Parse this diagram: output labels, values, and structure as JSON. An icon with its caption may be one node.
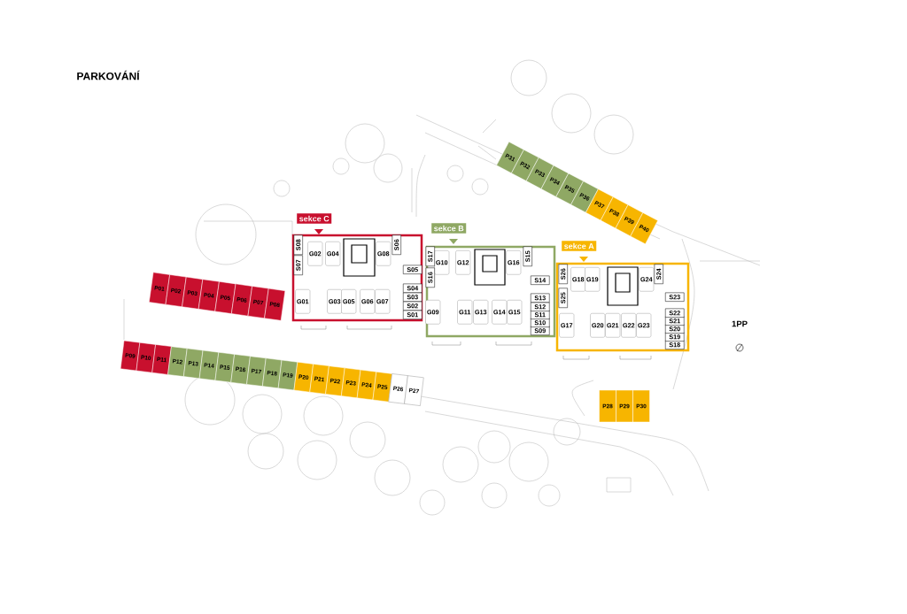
{
  "diagram": {
    "title": "PARKOVÁNÍ",
    "nodes": [
      {
        "text": [
          "sekce C"
        ]
      },
      {
        "text": [
          "G01"
        ],
        "in": 0
      },
      {
        "text": [
          "G02"
        ],
        "in": 0
      },
      {
        "text": [
          "G03"
        ],
        "in": 0
      },
      {
        "text": [
          "G04"
        ],
        "in": 0
      },
      {
        "text": [
          "G05"
        ],
        "in": 0
      },
      {
        "text": [
          "G06"
        ],
        "in": 0
      },
      {
        "text": [
          "G07"
        ],
        "in": 0
      },
      {
        "text": [
          "G08"
        ],
        "in": 0
      },
      {
        "text": [
          "S01"
        ],
        "in": 0
      },
      {
        "text": [
          "S02"
        ],
        "in": 0
      },
      {
        "text": [
          "S03"
        ],
        "in": 0
      },
      {
        "text": [
          "S04"
        ],
        "in": 0
      },
      {
        "text": [
          "S05"
        ],
        "in": 0
      },
      {
        "text": [
          "S06"
        ],
        "in": 0
      },
      {
        "text": [
          "S07"
        ],
        "in": 0
      },
      {
        "text": [
          "S08"
        ],
        "in": 0
      },
      {
        "text": [
          "sekce B"
        ]
      },
      {
        "text": [
          "G09"
        ],
        "in": 17
      },
      {
        "text": [
          "G10"
        ],
        "in": 17
      },
      {
        "text": [
          "G11"
        ],
        "in": 17
      },
      {
        "text": [
          "G12"
        ],
        "in": 17
      },
      {
        "text": [
          "G13"
        ],
        "in": 17
      },
      {
        "text": [
          "G14"
        ],
        "in": 17
      },
      {
        "text": [
          "G15"
        ],
        "in": 17
      },
      {
        "text": [
          "G16"
        ],
        "in": 17
      },
      {
        "text": [
          "S09"
        ],
        "in": 17
      },
      {
        "text": [
          "S10"
        ],
        "in": 17
      },
      {
        "text": [
          "S11"
        ],
        "in": 17
      },
      {
        "text": [
          "S12"
        ],
        "in": 17
      },
      {
        "text": [
          "S13"
        ],
        "in": 17
      },
      {
        "text": [
          "S14"
        ],
        "in": 17
      },
      {
        "text": [
          "S15"
        ],
        "in": 17
      },
      {
        "text": [
          "S16"
        ],
        "in": 17
      },
      {
        "text": [
          "S17"
        ],
        "in": 17
      },
      {
        "text": [
          "sekce A"
        ]
      },
      {
        "text": [
          "G17"
        ],
        "in": 35
      },
      {
        "text": [
          "G18"
        ],
        "in": 35
      },
      {
        "text": [
          "G19"
        ],
        "in": 35
      },
      {
        "text": [
          "G20"
        ],
        "in": 35
      },
      {
        "text": [
          "G21"
        ],
        "in": 35
      },
      {
        "text": [
          "G22"
        ],
        "in": 35
      },
      {
        "text": [
          "G23"
        ],
        "in": 35
      },
      {
        "text": [
          "G24"
        ],
        "in": 35
      },
      {
        "text": [
          "S18"
        ],
        "in": 35
      },
      {
        "text": [
          "S19"
        ],
        "in": 35
      },
      {
        "text": [
          "S20"
        ],
        "in": 35
      },
      {
        "text": [
          "S21"
        ],
        "in": 35
      },
      {
        "text": [
          "S22"
        ],
        "in": 35
      },
      {
        "text": [
          "S23"
        ],
        "in": 35
      },
      {
        "text": [
          "S24"
        ],
        "in": 35
      },
      {
        "text": [
          "S25"
        ],
        "in": 35
      },
      {
        "text": [
          "S26"
        ],
        "in": 35
      },
      {
        "text": [
          "P01"
        ]
      },
      {
        "text": [
          "P02"
        ]
      },
      {
        "text": [
          "P03"
        ]
      },
      {
        "text": [
          "P04"
        ]
      },
      {
        "text": [
          "P05"
        ]
      },
      {
        "text": [
          "P06"
        ]
      },
      {
        "text": [
          "P07"
        ]
      },
      {
        "text": [
          "P08"
        ]
      },
      {
        "text": [
          "P09"
        ]
      },
      {
        "text": [
          "P10"
        ]
      },
      {
        "text": [
          "P11"
        ]
      },
      {
        "text": [
          "P12"
        ]
      },
      {
        "text": [
          "P13"
        ]
      },
      {
        "text": [
          "P14"
        ]
      },
      {
        "text": [
          "P15"
        ]
      },
      {
        "text": [
          "P16"
        ]
      },
      {
        "text": [
          "P17"
        ]
      },
      {
        "text": [
          "P18"
        ]
      },
      {
        "text": [
          "P19"
        ]
      },
      {
        "text": [
          "P20"
        ]
      },
      {
        "text": [
          "P21"
        ]
      },
      {
        "text": [
          "P22"
        ]
      },
      {
        "text": [
          "P23"
        ]
      },
      {
        "text": [
          "P24"
        ]
      },
      {
        "text": [
          "P25"
        ]
      },
      {
        "text": [
          "P26"
        ]
      },
      {
        "text": [
          "P27"
        ]
      },
      {
        "text": [
          "P28"
        ]
      },
      {
        "text": [
          "P29"
        ]
      },
      {
        "text": [
          "P30"
        ]
      },
      {
        "text": [
          "P31"
        ]
      },
      {
        "text": [
          "P32"
        ]
      },
      {
        "text": [
          "P33"
        ]
      },
      {
        "text": [
          "P34"
        ]
      },
      {
        "text": [
          "P35"
        ]
      },
      {
        "text": [
          "P36"
        ]
      },
      {
        "text": [
          "P37"
        ]
      },
      {
        "text": [
          "P38"
        ]
      },
      {
        "text": [
          "P39"
        ]
      },
      {
        "text": [
          "P40"
        ]
      }
    ],
    "labels": [
      "1PP"
    ]
  }
}
